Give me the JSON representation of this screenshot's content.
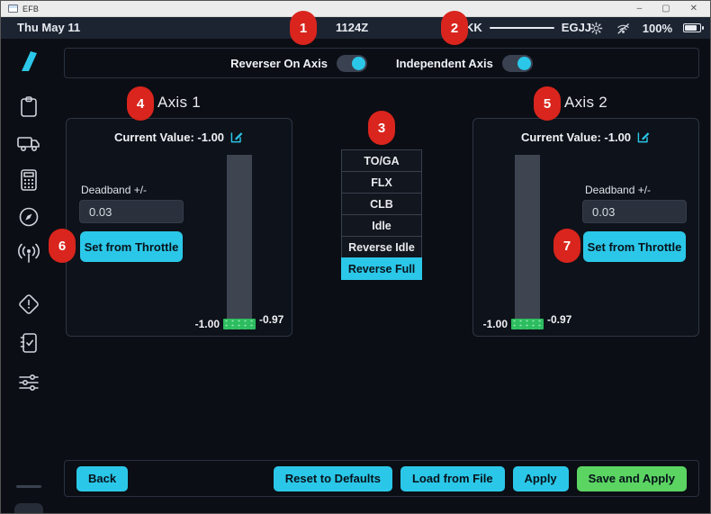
{
  "window": {
    "title": "EFB",
    "minimize": "–",
    "maximize": "▢",
    "close": "✕"
  },
  "statusbar": {
    "date": "Thu May 11",
    "time": "1124Z",
    "route_from": "KK",
    "route_to": "EGJJ",
    "battery_pct": "100%"
  },
  "toggle_bar": {
    "reverser_label": "Reverser On Axis",
    "reverser_on": true,
    "independent_label": "Independent Axis",
    "independent_on": true
  },
  "axes": [
    {
      "title": "Axis 1",
      "current_value": "Current Value: -1.00",
      "deadband_label": "Deadband +/-",
      "deadband_value": "0.03",
      "set_button": "Set from Throttle",
      "bar_min": "-1.00",
      "bar_max": "-0.97"
    },
    {
      "title": "Axis 2",
      "current_value": "Current Value: -1.00",
      "deadband_label": "Deadband +/-",
      "deadband_value": "0.03",
      "set_button": "Set from Throttle",
      "bar_min": "-1.00",
      "bar_max": "-0.97"
    }
  ],
  "detents": {
    "items": [
      {
        "label": "TO/GA",
        "selected": false
      },
      {
        "label": "FLX",
        "selected": false
      },
      {
        "label": "CLB",
        "selected": false
      },
      {
        "label": "Idle",
        "selected": false
      },
      {
        "label": "Reverse Idle",
        "selected": false
      },
      {
        "label": "Reverse Full",
        "selected": true
      }
    ]
  },
  "footer": {
    "back": "Back",
    "reset": "Reset to Defaults",
    "load": "Load from File",
    "apply": "Apply",
    "save": "Save and Apply"
  },
  "annotations": {
    "marks": [
      "1",
      "2",
      "3",
      "4",
      "5",
      "6",
      "7"
    ]
  },
  "icons": {
    "sidebar": [
      "logo",
      "clipboard",
      "truck",
      "calculator",
      "compass",
      "antenna",
      "warning",
      "notebook-check",
      "sliders",
      "gear"
    ],
    "statusbar": [
      "gear",
      "wifi-off",
      "battery"
    ]
  },
  "colors": {
    "accent": "#2bc7e8",
    "success_green": "#5bd462",
    "bar_green": "#2dbd60",
    "badge_red": "#d9251d",
    "topbar": "#1c2432",
    "background": "#0b0e14"
  }
}
